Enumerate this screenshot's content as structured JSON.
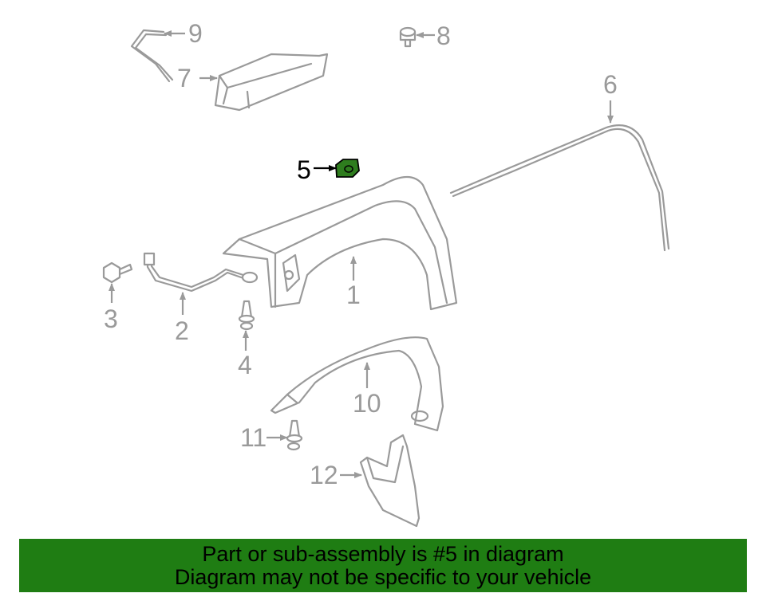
{
  "diagram": {
    "callouts": {
      "c1": "1",
      "c2": "2",
      "c3": "3",
      "c4": "4",
      "c5": "5",
      "c6": "6",
      "c7": "7",
      "c8": "8",
      "c9": "9",
      "c10": "10",
      "c11": "11",
      "c12": "12"
    },
    "highlighted_part": "5",
    "highlight_color": "#2e7d1e"
  },
  "banner": {
    "line1": "Part or sub-assembly is #5 in diagram",
    "line2": "Diagram may not be specific to your vehicle",
    "background": "#1f7d13"
  }
}
